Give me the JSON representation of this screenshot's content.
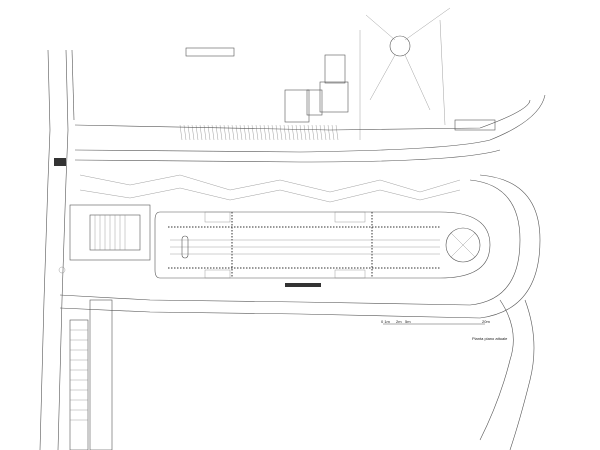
{
  "scale_bar": {
    "ticks": [
      "0 1m",
      "2m",
      "5m"
    ],
    "end_label": "20m"
  },
  "caption": "Pianta piano attuale",
  "colors": {
    "line": "#555555",
    "fill_dark": "#333333",
    "background": "#ffffff"
  }
}
